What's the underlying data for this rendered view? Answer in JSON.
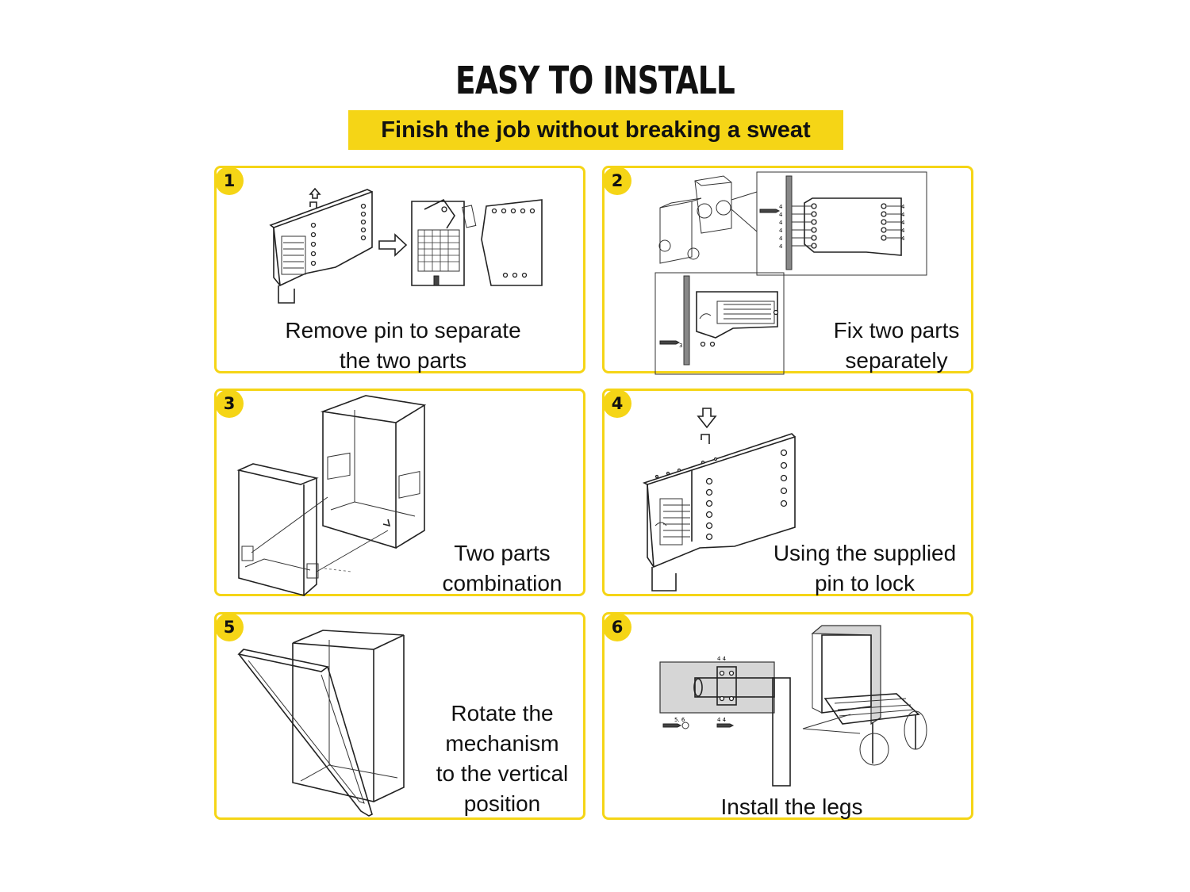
{
  "header": {
    "title": "EASY TO INSTALL",
    "subtitle": "Finish the job without breaking a sweat"
  },
  "colors": {
    "accent": "#f5d516",
    "text": "#111111"
  },
  "steps": [
    {
      "number": "1",
      "caption_lines": [
        "Remove pin to separate",
        "the two parts"
      ]
    },
    {
      "number": "2",
      "caption_lines": [
        "Fix two parts",
        "separately"
      ]
    },
    {
      "number": "3",
      "caption_lines": [
        "Two parts",
        "combination"
      ]
    },
    {
      "number": "4",
      "caption_lines": [
        "Using the supplied",
        "pin to lock"
      ]
    },
    {
      "number": "5",
      "caption_lines": [
        "Rotate the",
        "mechanism",
        "to the vertical",
        "position"
      ]
    },
    {
      "number": "6",
      "caption_lines": [
        "Install the legs"
      ]
    }
  ],
  "diagram_labels": {
    "screw_number": "4",
    "screw_number_small": "3",
    "bolt_numbers": "5. 6",
    "leg_screw_numbers": "4 4"
  }
}
